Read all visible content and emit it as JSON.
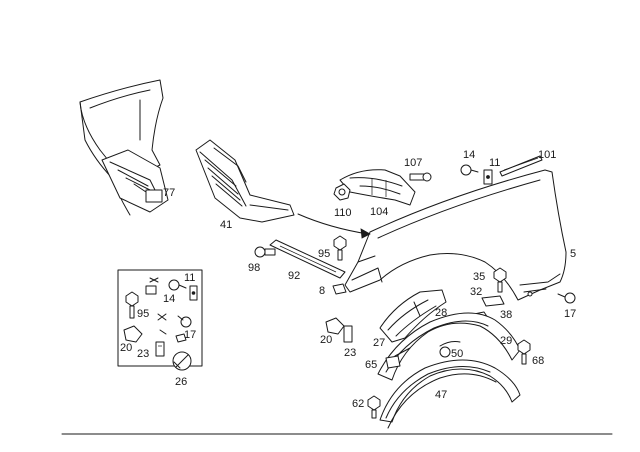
{
  "diagram": {
    "callouts": [
      {
        "id": "77",
        "text": "77"
      },
      {
        "id": "41",
        "text": "41"
      },
      {
        "id": "107",
        "text": "107"
      },
      {
        "id": "110",
        "text": "110"
      },
      {
        "id": "104",
        "text": "104"
      },
      {
        "id": "14a",
        "text": "14"
      },
      {
        "id": "11a",
        "text": "11"
      },
      {
        "id": "101",
        "text": "101"
      },
      {
        "id": "5",
        "text": "5"
      },
      {
        "id": "95a",
        "text": "95"
      },
      {
        "id": "98",
        "text": "98"
      },
      {
        "id": "92",
        "text": "92"
      },
      {
        "id": "8",
        "text": "8"
      },
      {
        "id": "35",
        "text": "35"
      },
      {
        "id": "32",
        "text": "32"
      },
      {
        "id": "38",
        "text": "38"
      },
      {
        "id": "17a",
        "text": "17"
      },
      {
        "id": "28",
        "text": "28"
      },
      {
        "id": "27",
        "text": "27"
      },
      {
        "id": "20a",
        "text": "20"
      },
      {
        "id": "23a",
        "text": "23"
      },
      {
        "id": "65",
        "text": "65"
      },
      {
        "id": "50",
        "text": "50"
      },
      {
        "id": "29",
        "text": "29"
      },
      {
        "id": "68",
        "text": "68"
      },
      {
        "id": "62",
        "text": "62"
      },
      {
        "id": "47",
        "text": "47"
      },
      {
        "id": "11b",
        "text": "11"
      },
      {
        "id": "14b",
        "text": "14"
      },
      {
        "id": "95b",
        "text": "95"
      },
      {
        "id": "17b",
        "text": "17"
      },
      {
        "id": "20b",
        "text": "20"
      },
      {
        "id": "23b",
        "text": "23"
      },
      {
        "id": "26",
        "text": "26"
      }
    ]
  }
}
